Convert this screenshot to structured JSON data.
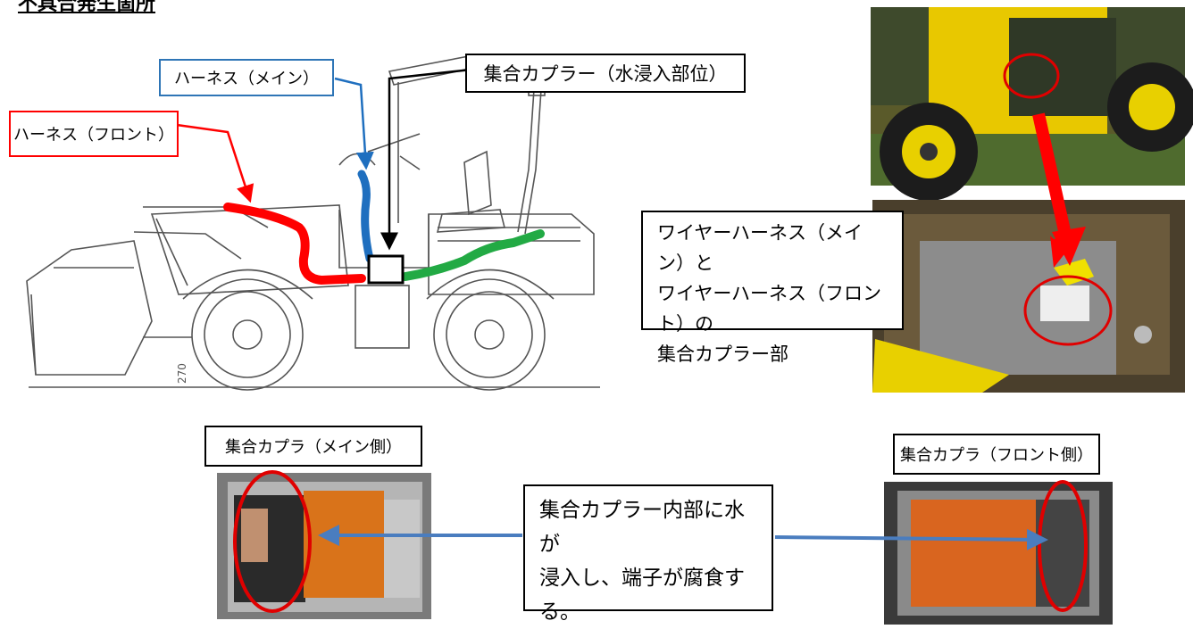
{
  "title": "不具合発生箇所",
  "labels": {
    "harness_main": "ハーネス（メイン）",
    "harness_front": "ハーネス（フロント）",
    "collective_coupler": "集合カプラー（水浸入部位）",
    "photo_callout": "ワイヤーハーネス（メイン）と\nワイヤーハーネス（フロント）の\n集合カプラー部",
    "coupler_main_side": "集合カプラ（メイン側）",
    "coupler_front_side": "集合カプラ（フロント側）",
    "corrosion_note": "集合カプラー内部に水が\n浸入し、端子が腐食す\nる。"
  },
  "drawing": {
    "dimension_text": "270"
  },
  "colors": {
    "front_harness": "#ff0000",
    "main_harness": "#1f6fbf",
    "rear_harness": "#22aa44",
    "arrow_blue": "#4a7dbf",
    "highlight_circle": "#e00000",
    "machine_yellow": "#f2d200"
  }
}
